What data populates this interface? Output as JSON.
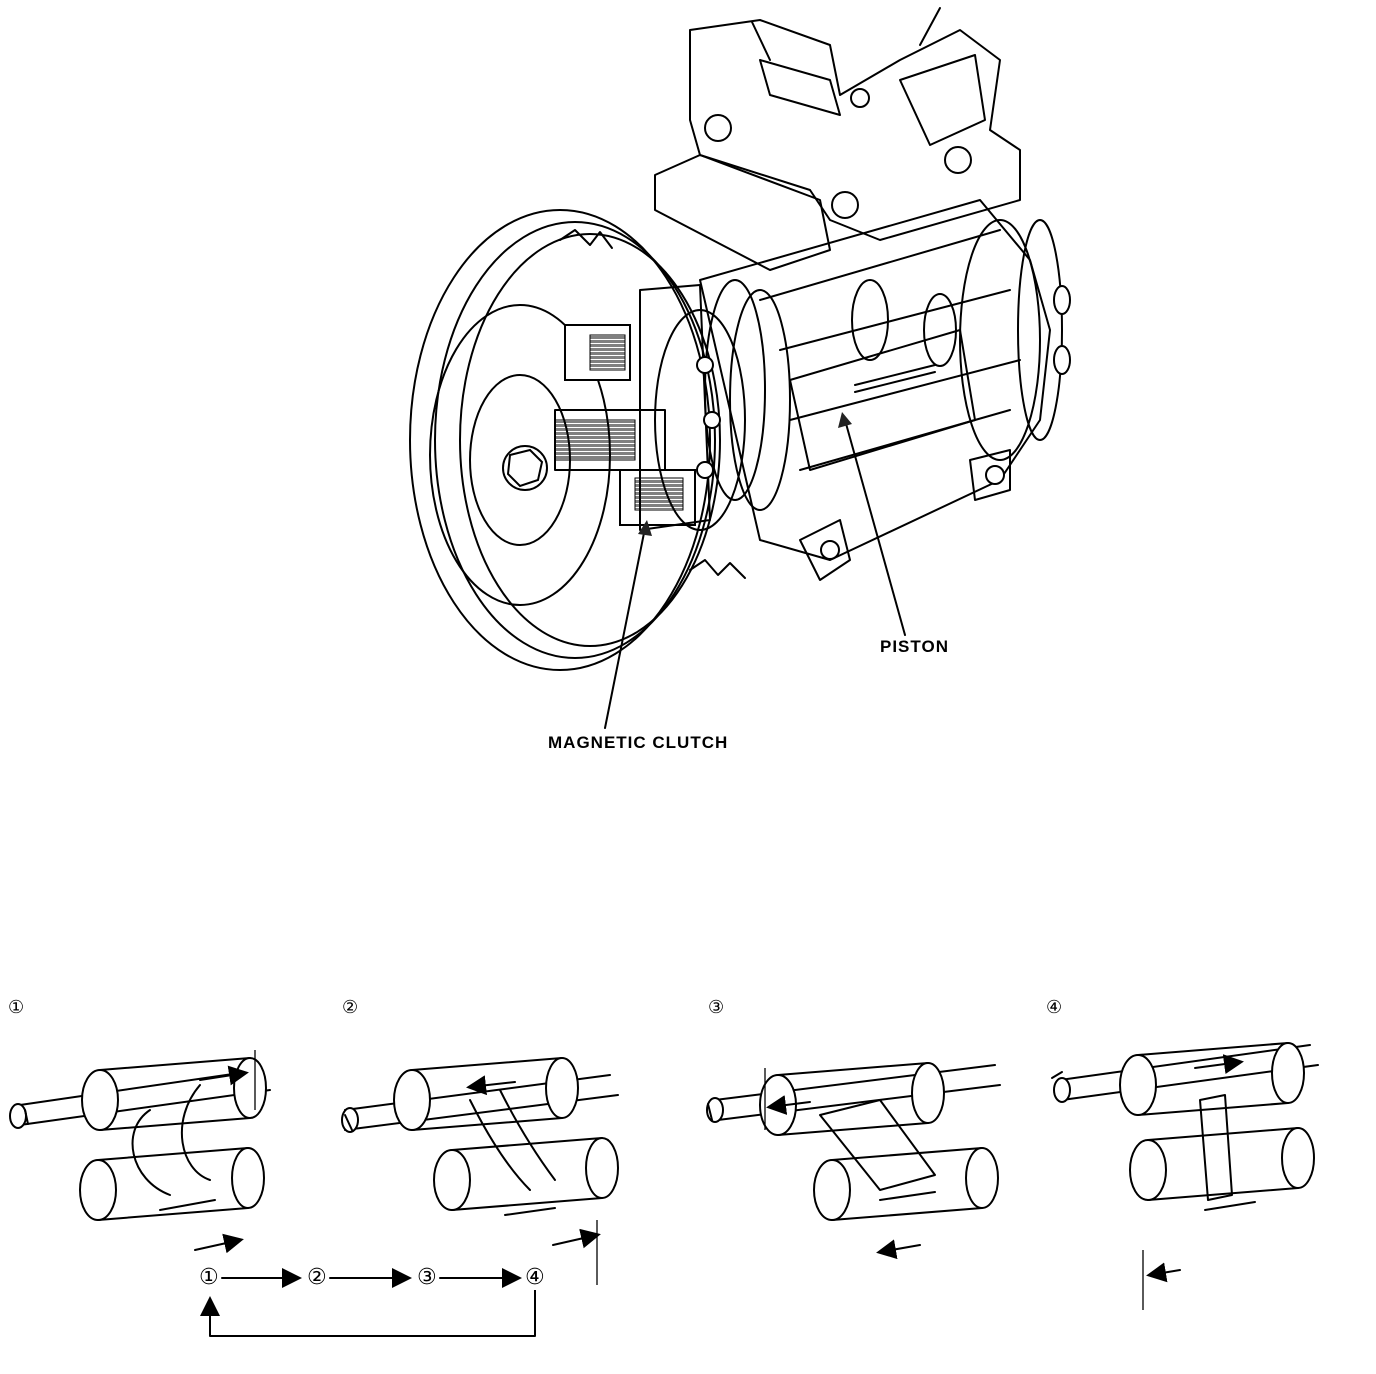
{
  "compressor_figure": {
    "labels": {
      "piston": "PISTON",
      "magnetic_clutch": "MAGNETIC CLUTCH"
    }
  },
  "cycle_steps": [
    {
      "id": "step-1",
      "number": "①"
    },
    {
      "id": "step-2",
      "number": "②"
    },
    {
      "id": "step-3",
      "number": "③"
    },
    {
      "id": "step-4",
      "number": "④"
    }
  ],
  "sequence_flow": {
    "nodes": [
      "①",
      "②",
      "③",
      "④"
    ]
  }
}
